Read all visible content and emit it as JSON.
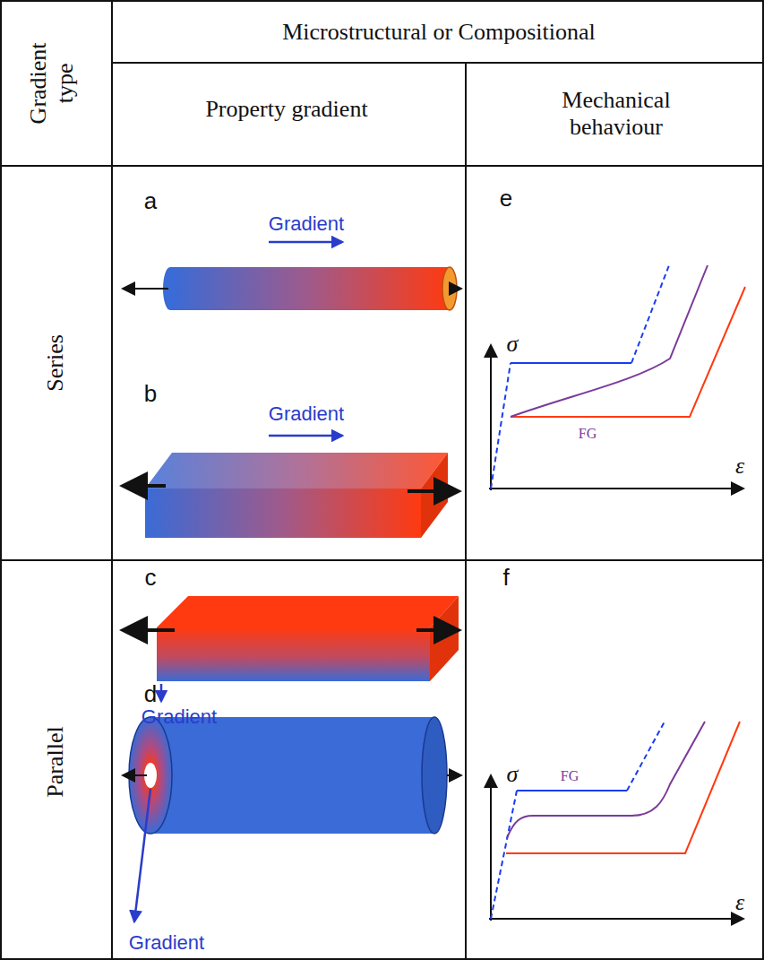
{
  "diagram": {
    "labels": [
      "Gradient type",
      "Microstructural or Compositional",
      "Property gradient",
      "Mechanical behaviour",
      "Series",
      "a",
      "Gradient",
      "b",
      "Gradient",
      "e",
      "σ",
      "FG",
      "ε",
      "Parallel",
      "c",
      "Gradient",
      "d",
      "Gradient",
      "f",
      "σ",
      "FG",
      "ε"
    ]
  }
}
